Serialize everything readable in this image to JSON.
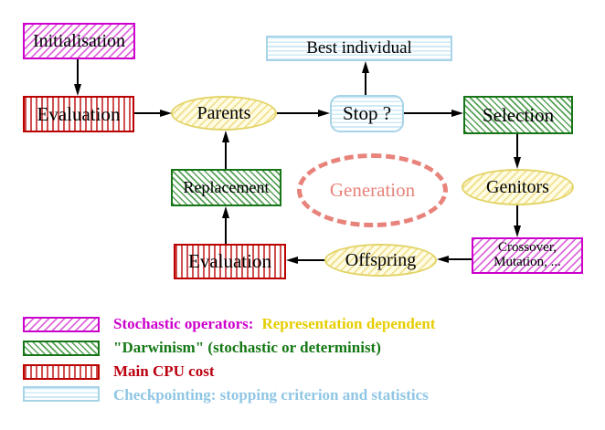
{
  "nodes": {
    "initialisation": "Initialisation",
    "evaluation_top": "Evaluation",
    "parents": "Parents",
    "best_individual": "Best individual",
    "stop": "Stop ?",
    "selection": "Selection",
    "genitors": "Genitors",
    "crossover_line1": "Crossover,",
    "crossover_line2": "Mutation, ...",
    "offspring": "Offspring",
    "evaluation_bottom": "Evaluation",
    "replacement": "Replacement",
    "generation": "Generation"
  },
  "legend": {
    "stochastic_label": "Stochastic operators:",
    "representation_label": "Representation dependent",
    "darwinism_label": "\"Darwinism\" (stochastic or determinist)",
    "cpu_label": "Main CPU cost",
    "checkpointing_label": "Checkpointing: stopping criterion and statistics",
    "swatch_styles": [
      "magenta-diagonal-hatch",
      "green-diagonal-hatch",
      "red-vertical-stripes",
      "cyan-horizontal-stripes"
    ]
  },
  "colors": {
    "magenta": "#cc00cc",
    "gold": "#e6cd00",
    "green": "#147814",
    "red": "#bb0000",
    "light_blue": "#8fc6e4",
    "salmon": "#e8837b",
    "yellow_node_border": "#e3d467",
    "arrow_black": "#000000"
  }
}
